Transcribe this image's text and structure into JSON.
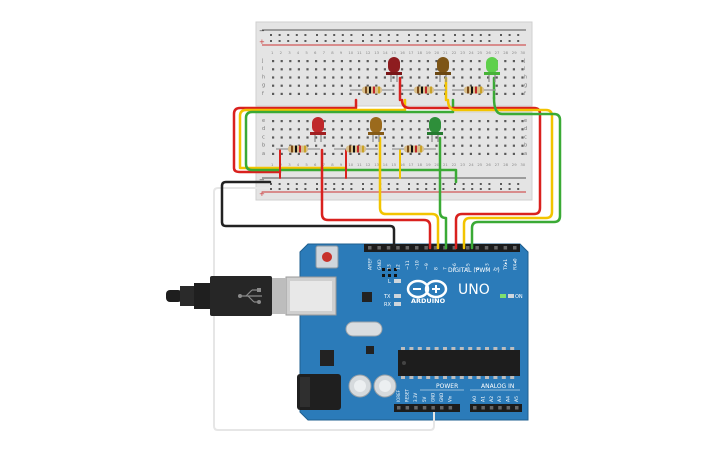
{
  "board": {
    "name": "UNO",
    "brand": "ARDUINO",
    "digital_label": "DIGITAL (PWM ~)",
    "power_label": "POWER",
    "analog_label": "ANALOG IN",
    "on_label": "ON",
    "l_label": "L",
    "tx_label": "TX",
    "rx_label": "RX",
    "digital_pins": [
      "AREF",
      "GND",
      "13",
      "12",
      "~11",
      "~10",
      "~9",
      "8",
      "7",
      "~6",
      "~5",
      "4",
      "~3",
      "2",
      "TX▸1",
      "RX◂0"
    ],
    "power_pins": [
      "IOREF",
      "RESET",
      "3.3V",
      "5V",
      "GND",
      "GND",
      "Vin"
    ],
    "analog_pins": [
      "A0",
      "A1",
      "A2",
      "A3",
      "A4",
      "A5"
    ]
  },
  "breadboard_top": {
    "col_numbers": [
      "1",
      "2",
      "3",
      "4",
      "5",
      "6",
      "7",
      "8",
      "9",
      "10",
      "11",
      "12",
      "13",
      "14",
      "15",
      "16",
      "17",
      "18",
      "19",
      "20",
      "21",
      "22",
      "23",
      "24",
      "25",
      "26",
      "27",
      "28",
      "29",
      "30"
    ],
    "row_letters": [
      "j",
      "i",
      "h",
      "g",
      "f"
    ]
  },
  "breadboard_bottom": {
    "col_numbers": [
      "1",
      "2",
      "3",
      "4",
      "5",
      "6",
      "7",
      "8",
      "9",
      "10",
      "11",
      "12",
      "13",
      "14",
      "15",
      "16",
      "17",
      "18",
      "19",
      "20",
      "21",
      "22",
      "23",
      "24",
      "25",
      "26",
      "27",
      "28",
      "29",
      "30"
    ],
    "row_letters": [
      "e",
      "d",
      "c",
      "b",
      "a"
    ]
  },
  "rail_signs": {
    "minus": "−",
    "plus": "+"
  },
  "colors": {
    "board_blue": "#2b7bb9",
    "breadboard": "#e6e6e6",
    "wire_red": "#d9211e",
    "wire_yellow": "#f2c400",
    "wire_green": "#3aaa35",
    "wire_black": "#222222",
    "led_red": "#c0282b",
    "led_amber": "#9b6a1c",
    "led_green": "#2ea043",
    "led_light_green": "#5ed04b"
  },
  "icons": [
    "usb-plug-icon",
    "arduino-infinity-logo-icon"
  ]
}
